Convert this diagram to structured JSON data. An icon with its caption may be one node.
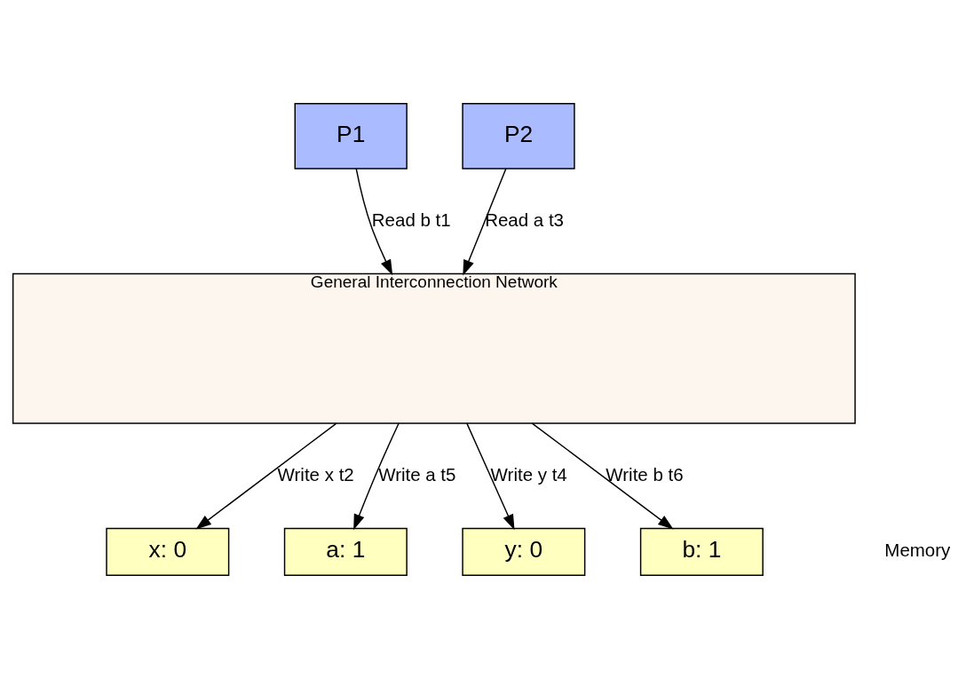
{
  "diagram": {
    "nodes": [
      {
        "text": [
          "P1"
        ]
      },
      {
        "text": [
          "P2"
        ]
      },
      {
        "text": [
          "General Interconnection Network"
        ]
      },
      {
        "text": [
          "x: 0"
        ]
      },
      {
        "text": [
          "a: 1"
        ]
      },
      {
        "text": [
          "y: 0"
        ]
      },
      {
        "text": [
          "b: 1"
        ]
      }
    ],
    "edges": [
      {
        "from": 0,
        "to": 2,
        "arrow": "to",
        "label": "Read b t1"
      },
      {
        "from": 1,
        "to": 2,
        "arrow": "to",
        "label": "Read a t3"
      },
      {
        "from": 2,
        "to": 3,
        "arrow": "to",
        "label": "Write x t2"
      },
      {
        "from": 2,
        "to": 4,
        "arrow": "to",
        "label": "Write a t5"
      },
      {
        "from": 2,
        "to": 5,
        "arrow": "to",
        "label": "Write y t4"
      },
      {
        "from": 2,
        "to": 6,
        "arrow": "to",
        "label": "Write b t6"
      }
    ],
    "labels": [
      "Memory"
    ]
  }
}
